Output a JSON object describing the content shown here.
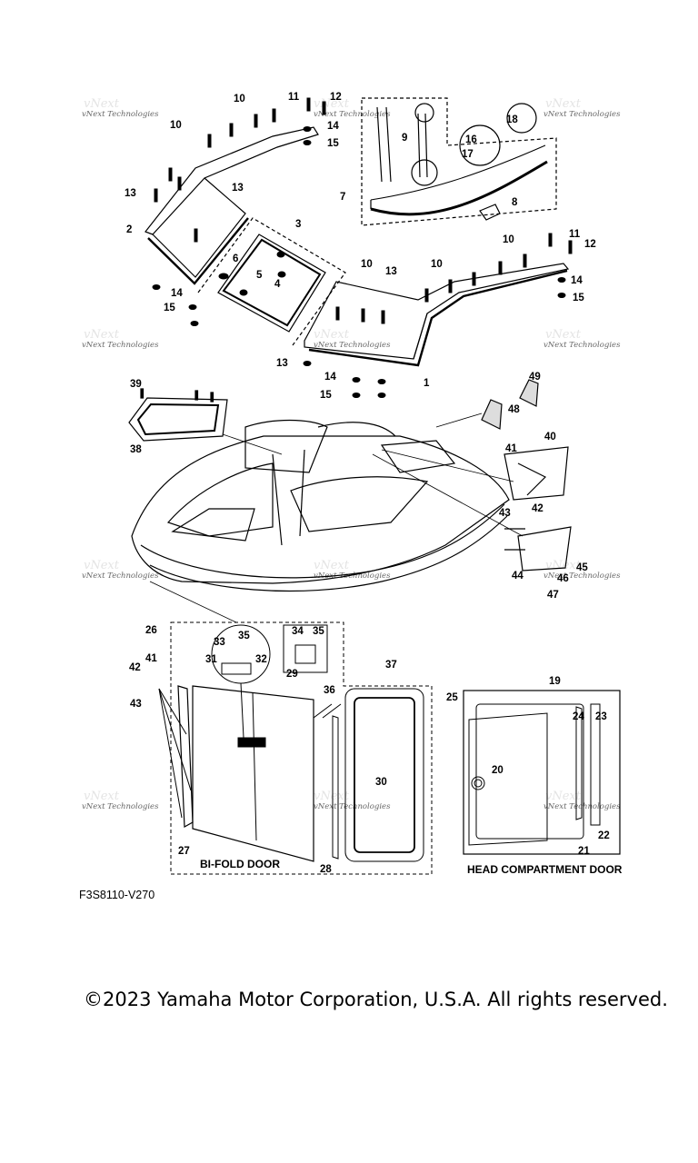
{
  "diagram": {
    "callouts": [
      "1",
      "2",
      "3",
      "4",
      "5",
      "6",
      "7",
      "8",
      "9",
      "10",
      "11",
      "12",
      "13",
      "14",
      "15",
      "16",
      "17",
      "18",
      "19",
      "20",
      "21",
      "22",
      "23",
      "24",
      "25",
      "26",
      "27",
      "28",
      "29",
      "30",
      "31",
      "32",
      "33",
      "34",
      "35",
      "36",
      "37",
      "38",
      "39",
      "40",
      "41",
      "42",
      "43",
      "44",
      "45",
      "46",
      "47",
      "48",
      "49"
    ],
    "watermark": "vNext Technologies",
    "section_labels": {
      "bifold": "BI-FOLD DOOR",
      "head": "HEAD COMPARTMENT DOOR"
    },
    "code": "F3S8110-V270"
  },
  "footer": {
    "copyright": "©2023 Yamaha Motor Corporation, U.S.A. All rights reserved."
  }
}
